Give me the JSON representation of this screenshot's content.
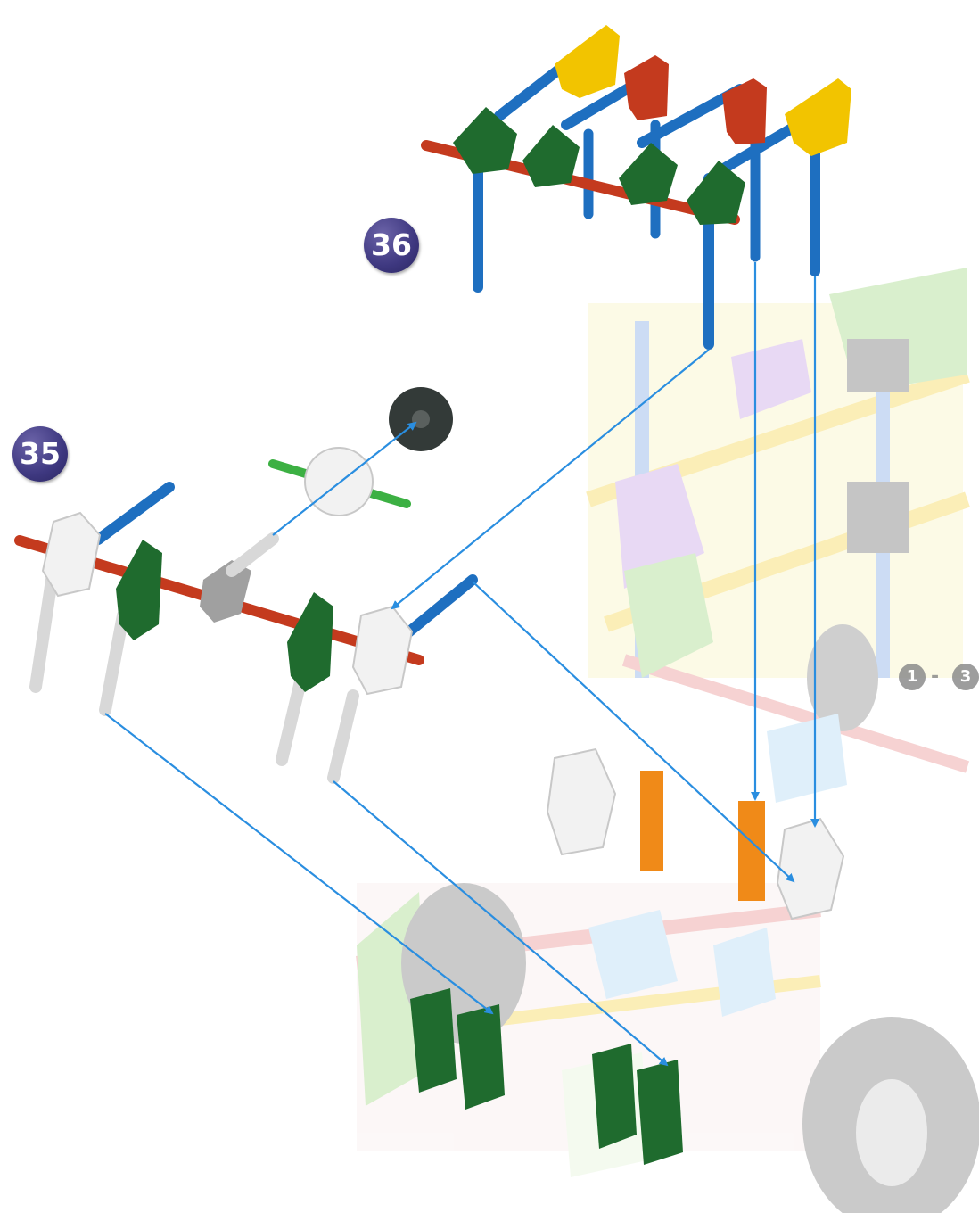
{
  "steps": {
    "step_36": "36",
    "step_35": "35"
  },
  "reference": {
    "start": "1",
    "dash": "-",
    "end": "3"
  },
  "colors": {
    "badge": "#3e3880",
    "arrow": "#2a8ee0",
    "red_rod": "#c43a1e",
    "blue_rod": "#1e6fc0",
    "green_connector": "#1f6b2e",
    "yellow_connector": "#f2c400",
    "orange_connector": "#f08a18",
    "white_connector": "#f2f2f2",
    "grey_connector": "#a0a0a0",
    "dark_gear": "#333a38"
  }
}
